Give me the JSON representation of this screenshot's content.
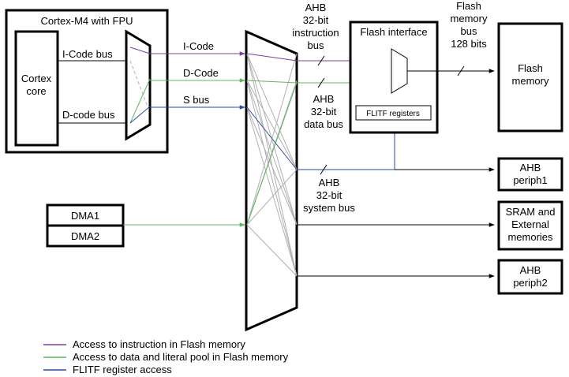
{
  "colors": {
    "instruction": "#7b3f9e",
    "data": "#5cb85c",
    "flitf": "#2a4a9c",
    "matrix": "#b0b0b0",
    "black": "#000000"
  },
  "cortex": {
    "title": "Cortex-M4 with FPU",
    "core_line1": "Cortex",
    "core_line2": "core",
    "icode_bus": "I-Code bus",
    "dcode_bus": "D-code bus"
  },
  "buses": {
    "icode": "I-Code",
    "dcode": "D-Code",
    "sbus": "S bus"
  },
  "dma": {
    "dma1": "DMA1",
    "dma2": "DMA2"
  },
  "ahb_instruction": [
    "AHB",
    "32-bit",
    "instruction",
    "bus"
  ],
  "ahb_data": [
    "AHB",
    "32-bit",
    "data bus"
  ],
  "ahb_system": [
    "AHB",
    "32-bit",
    "system bus"
  ],
  "flash_interface": {
    "title": "Flash interface",
    "flitf": "FLITF registers"
  },
  "flash_bus": [
    "Flash",
    "memory",
    "bus",
    "128 bits"
  ],
  "flash_memory": [
    "Flash",
    "memory"
  ],
  "ahb_periph1": [
    "AHB",
    "periph1"
  ],
  "sram": [
    "SRAM and",
    "External",
    "memories"
  ],
  "ahb_periph2": [
    "AHB",
    "periph2"
  ],
  "legend": [
    {
      "label": "Access to instruction in Flash memory",
      "color": "#7b3f9e"
    },
    {
      "label": "Access to data and literal pool in Flash memory",
      "color": "#5cb85c"
    },
    {
      "label": "FLITF register access",
      "color": "#2a4a9c"
    }
  ]
}
